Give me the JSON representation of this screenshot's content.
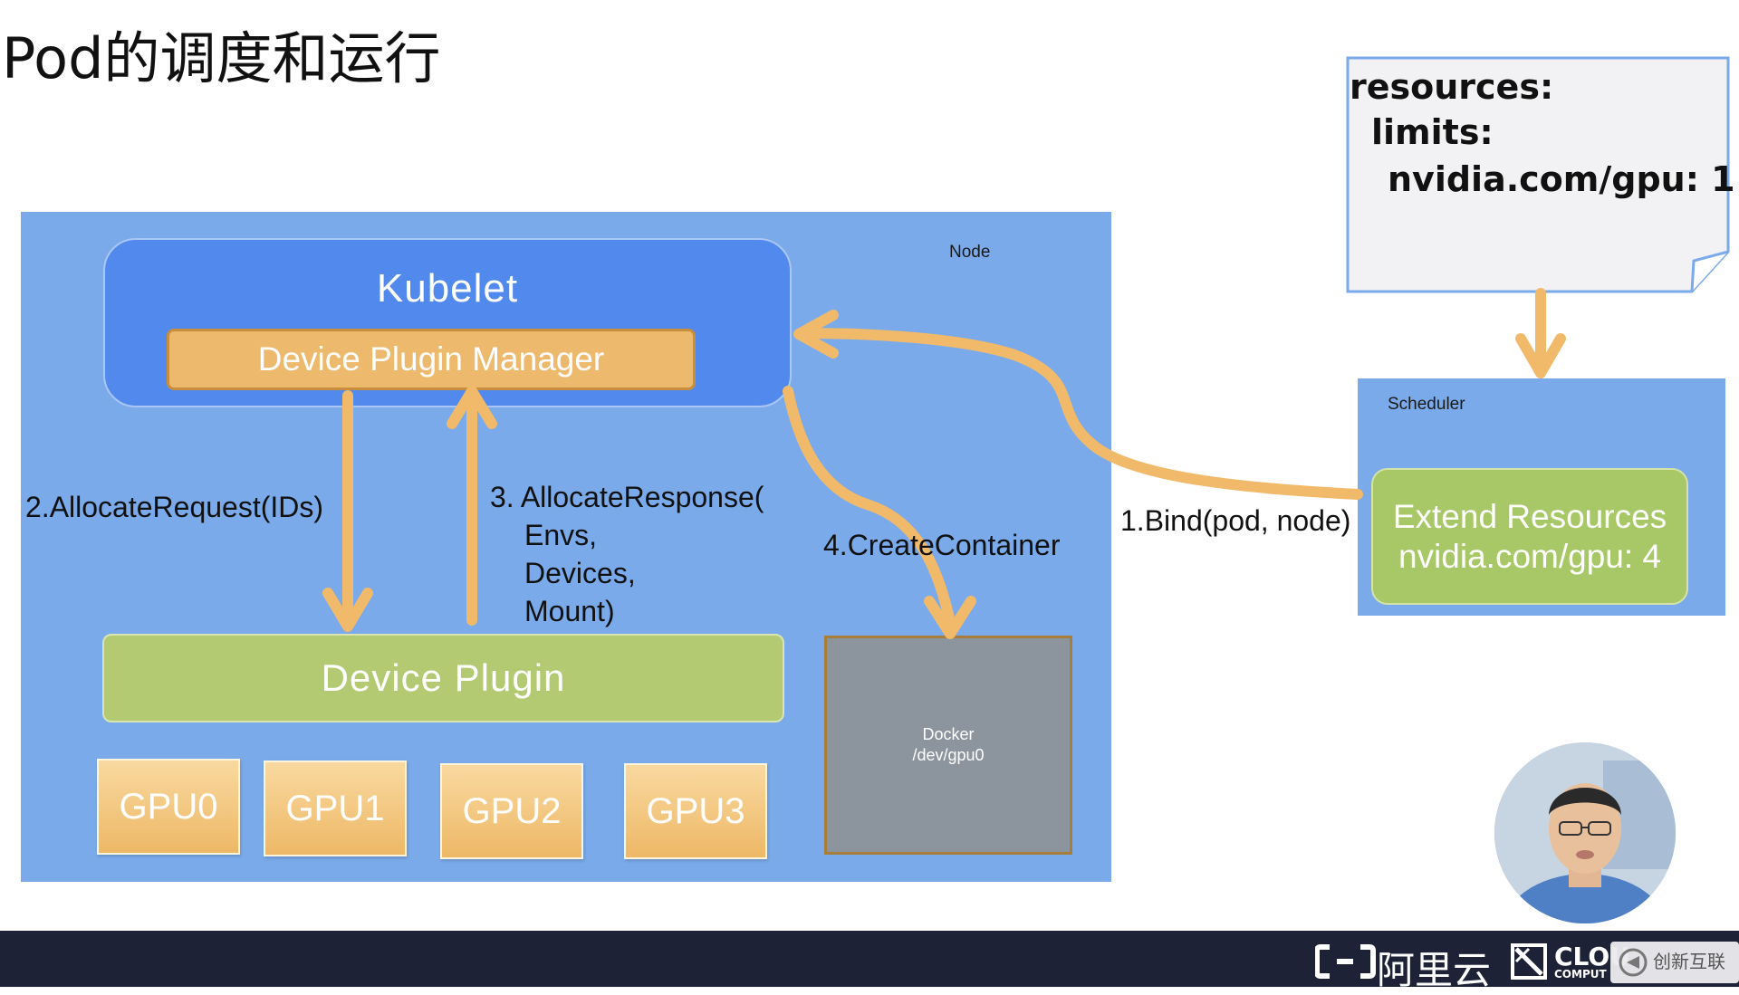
{
  "slide": {
    "title": "Pod的调度和运行"
  },
  "node": {
    "label": "Node",
    "kubelet_title": "Kubelet",
    "device_plugin_manager": "Device Plugin Manager",
    "device_plugin": "Device Plugin",
    "gpus": [
      "GPU0",
      "GPU1",
      "GPU2",
      "GPU3"
    ],
    "docker": {
      "line1": "Docker",
      "line2": "/dev/gpu0"
    }
  },
  "arrows": {
    "allocate_request": "2.AllocateRequest(IDs)",
    "allocate_response": [
      "3. AllocateResponse(",
      "Envs,",
      "Devices,",
      "Mount)"
    ],
    "create_container": "4.CreateContainer",
    "bind": "1.Bind(pod, node)"
  },
  "scheduler": {
    "label": "Scheduler",
    "extend_line1": "Extend Resources",
    "extend_line2": "nvidia.com/gpu: 4"
  },
  "yaml_note": {
    "line1": "resources:",
    "line2": "limits:",
    "line3": "nvidia.com/gpu: 1"
  },
  "footer": {
    "brand": "阿里云",
    "cloud": "CLOU",
    "compu": "COMPUT",
    "watermark": "创新互联"
  },
  "colors": {
    "node_bg": "#7aaaea",
    "kubelet": "#5289ed",
    "manager": "#edb96d",
    "device_plugin": "#b3ca73",
    "gpu": "#edb866",
    "docker": "#8c959d",
    "arrow": "#f0ba6a",
    "footer": "#1d2236"
  }
}
